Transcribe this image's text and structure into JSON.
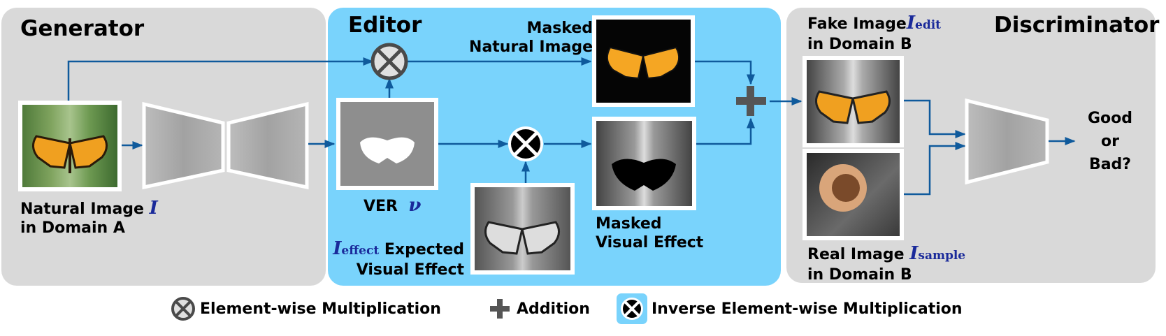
{
  "panels": {
    "generator": {
      "title": "Generator"
    },
    "editor": {
      "title": "Editor"
    },
    "discriminator": {
      "title": "Discriminator"
    }
  },
  "generator": {
    "input_label_line1": "Natural Image",
    "input_symbol": "I",
    "input_label_line2": "in Domain A"
  },
  "editor": {
    "masked_natural_line1": "Masked",
    "masked_natural_line2": "Natural Image",
    "ver_label": "VER",
    "ver_symbol": "ν",
    "expected_symbol": "I",
    "expected_subscript": "effect",
    "expected_line1": "Expected",
    "expected_line2": "Visual Effect",
    "masked_effect_line1": "Masked",
    "masked_effect_line2": "Visual Effect"
  },
  "discriminator": {
    "fake_label_line1": "Fake Image",
    "fake_symbol": "I",
    "fake_subscript": "edit",
    "fake_label_line2": "in Domain B",
    "real_label_line1": "Real Image",
    "real_symbol": "I",
    "real_subscript": "sample",
    "real_label_line2": "in Domain B",
    "output_line1": "Good",
    "output_line2": "or",
    "output_line3": "Bad?"
  },
  "legend": {
    "items": [
      {
        "icon": "element-wise-multiplication-icon",
        "label": "Element-wise Multiplication"
      },
      {
        "icon": "addition-icon",
        "label": "Addition"
      },
      {
        "icon": "inverse-element-wise-multiplication-icon",
        "label": "Inverse Element-wise Multiplication"
      }
    ]
  },
  "colors": {
    "panel_gray": "#d9d9d9",
    "editor_blue": "#79d3fc",
    "arrow_blue": "#0f5a9c",
    "math_blue": "#1a2a9a",
    "operator_gray": "#555555"
  }
}
